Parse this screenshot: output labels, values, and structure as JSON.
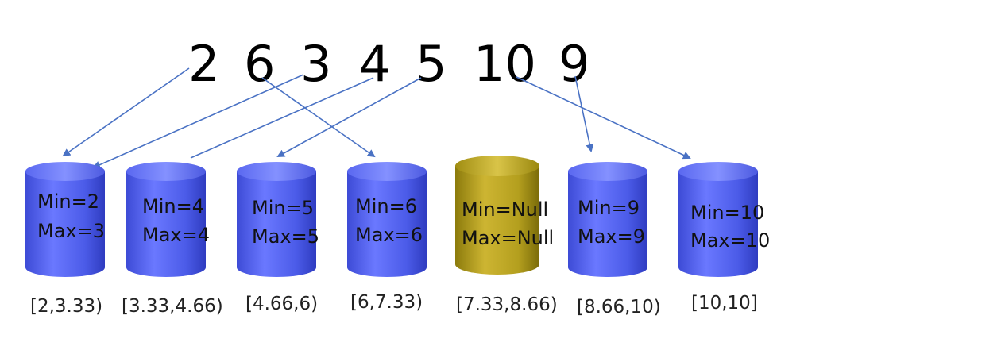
{
  "numbers": [
    "2",
    "6",
    "3",
    "4",
    "5",
    "10",
    "9"
  ],
  "buckets": [
    {
      "min": "Min=2",
      "max": "Max=3",
      "range": "[2,3.33)",
      "color": "blue"
    },
    {
      "min": "Min=4",
      "max": "Max=4",
      "range": "[3.33,4.66)",
      "color": "blue"
    },
    {
      "min": "Min=5",
      "max": "Max=5",
      "range": "[4.66,6)",
      "color": "blue"
    },
    {
      "min": "Min=6",
      "max": "Max=6",
      "range": "[6,7.33)",
      "color": "blue"
    },
    {
      "min": "Min=Null",
      "max": "Max=Null",
      "range": "[7.33,8.66)",
      "color": "yellow"
    },
    {
      "min": "Min=9",
      "max": "Max=9",
      "range": "[8.66,10)",
      "color": "blue"
    },
    {
      "min": "Min=10",
      "max": "Max=10",
      "range": "[10,10]",
      "color": "blue"
    }
  ],
  "colors": {
    "blue_light": "#7f8cff",
    "blue_mid": "#5566f2",
    "blue_dark": "#3340c8",
    "yellow_light": "#d8c24a",
    "yellow_mid": "#b8a21c",
    "yellow_dark": "#8a7a10",
    "arrow": "#4a72c4"
  }
}
